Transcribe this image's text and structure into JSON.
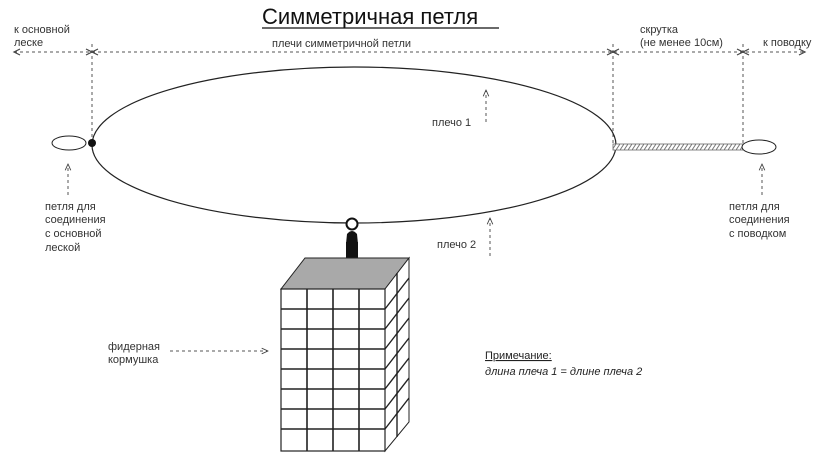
{
  "title": "Симметричная петля",
  "labels": {
    "to_main_line_1": "к основной",
    "to_main_line_2": "леске",
    "shoulders": "плечи симметричной петли",
    "twist_1": "скрутка",
    "twist_2": "(не менее 10см)",
    "to_leader": "к поводку",
    "shoulder_1": "плечо 1",
    "shoulder_2": "плечо 2",
    "left_loop": [
      "петля для",
      "соединения",
      "с основной",
      "леской"
    ],
    "right_loop": [
      "петля для",
      "соединения",
      "с поводком"
    ],
    "feeder": [
      "фидерная",
      "кормушка"
    ]
  },
  "note": {
    "heading": "Примечание:",
    "text": "длина плеча 1 = длине плеча 2"
  },
  "colors": {
    "line": "#222222",
    "dashed": "#555555",
    "feeder_top": "#a9a9a9",
    "twist": "#777777",
    "background": "#ffffff"
  }
}
